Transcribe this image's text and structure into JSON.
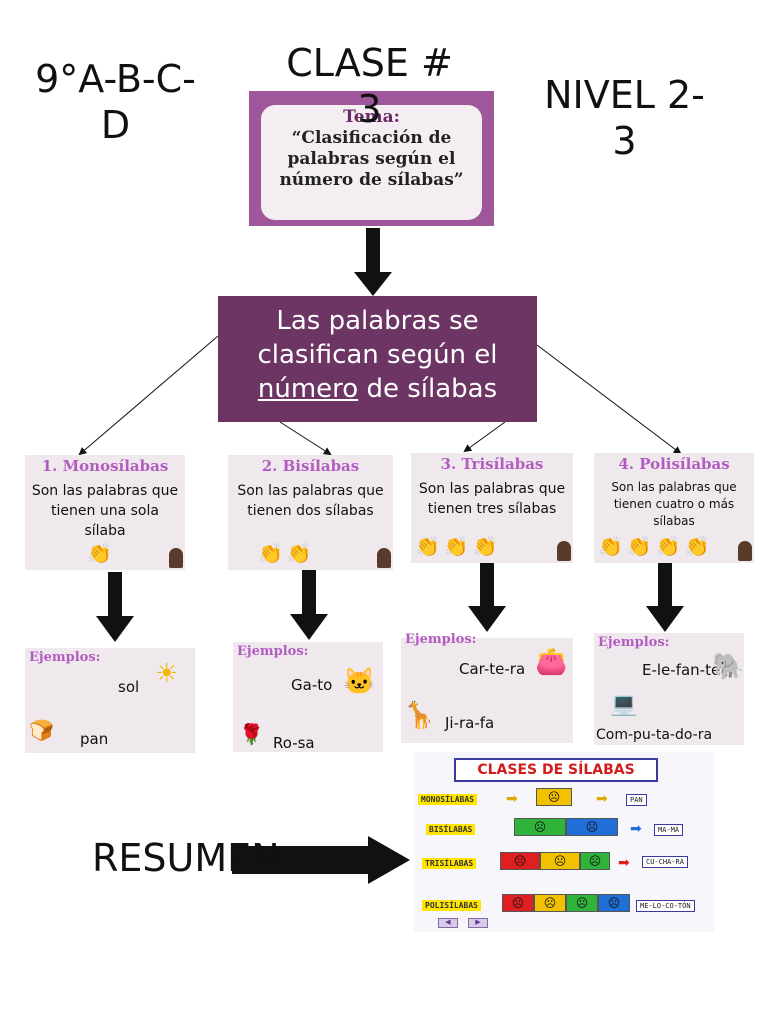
{
  "header": {
    "left": "9°A-B-C-\nD",
    "center": "CLASE #\n3",
    "right": "NIVEL 2-\n3"
  },
  "tema": {
    "label": "Tema:",
    "text": "“Clasificación de palabras según el número de sílabas”"
  },
  "main": {
    "pre": "Las palabras se clasifican según el",
    "underlined": "número",
    "post": "de sílabas"
  },
  "categories": [
    {
      "title": "1. Monosílabas",
      "desc": "Son las palabras que tienen una sola sílaba",
      "hands": 1,
      "examples": [
        {
          "word": "sol",
          "icon": "sun-icon"
        },
        {
          "word": "pan",
          "icon": "bread-icon"
        }
      ]
    },
    {
      "title": "2. Bisílabas",
      "desc": "Son las palabras que tienen dos sílabas",
      "hands": 2,
      "examples": [
        {
          "word": "Ga-to",
          "icon": "cat-icon"
        },
        {
          "word": "Ro-sa",
          "icon": "rose-icon"
        }
      ]
    },
    {
      "title": "3. Trisílabas",
      "desc": "Son las palabras que tienen tres sílabas",
      "hands": 3,
      "examples": [
        {
          "word": "Car-te-ra",
          "icon": "bag-icon"
        },
        {
          "word": "Ji-ra-fa",
          "icon": "giraffe-icon"
        }
      ]
    },
    {
      "title": "4. Polisílabas",
      "desc": "Son las palabras que tienen cuatro o más sílabas",
      "hands": 4,
      "examples": [
        {
          "word": "E-le-fan-te",
          "icon": "elephant-icon"
        },
        {
          "word": "Com-pu-ta-do-ra",
          "icon": "computer-icon"
        }
      ]
    }
  ],
  "examples_label": "Ejemplos:",
  "resumen": "RESUMEN",
  "clases": {
    "title": "CLASES DE SÍLABAS",
    "rows": [
      {
        "tag": "MONOSÍLABAS",
        "result": "PAN",
        "colors": [
          "#f2c200"
        ]
      },
      {
        "tag": "BISÍLABAS",
        "result": "MA-MÁ",
        "colors": [
          "#2fb33a",
          "#1f6fd6"
        ]
      },
      {
        "tag": "TRISÍLABAS",
        "result": "CU-CHA-RA",
        "colors": [
          "#e02020",
          "#f2c200",
          "#2fb33a"
        ]
      },
      {
        "tag": "POLISÍLABAS",
        "result": "ME-LO-CO-TÓN",
        "colors": [
          "#e02020",
          "#f2c200",
          "#2fb33a",
          "#1f6fd6"
        ]
      }
    ]
  },
  "colors": {
    "tema_bg": "#a0569a",
    "main_bg": "#6c3563",
    "card_title": "#b35cc0"
  }
}
